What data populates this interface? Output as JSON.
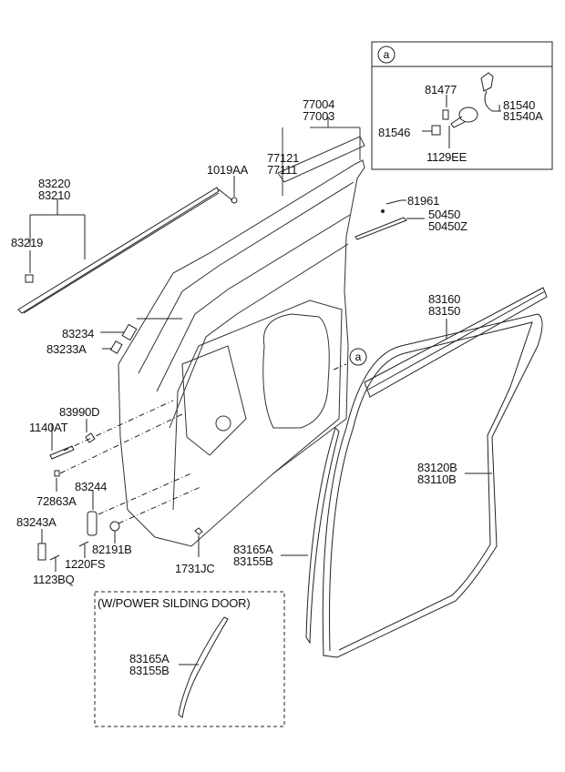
{
  "diagram": {
    "title": "Sliding Door Panel & Weatherstrip Parts Diagram",
    "inset_a": {
      "callout": "a",
      "parts": [
        "81477",
        "81540",
        "81540A",
        "81546",
        "1129EE"
      ]
    },
    "labels": {
      "p77004": "77004",
      "p77003": "77003",
      "p77121": "77121",
      "p77111": "77111",
      "p1019AA": "1019AA",
      "p83220": "83220",
      "p83210": "83210",
      "p83219": "83219",
      "p81961": "81961",
      "p50450": "50450",
      "p50450Z": "50450Z",
      "p83234": "83234",
      "p83233A": "83233A",
      "p83160": "83160",
      "p83150": "83150",
      "p83990D": "83990D",
      "p1140AT": "1140AT",
      "p72863A": "72863A",
      "p83244": "83244",
      "p83243A": "83243A",
      "p82191B": "82191B",
      "p1220FS": "1220FS",
      "p1123BQ": "1123BQ",
      "p1731JC": "1731JC",
      "p83165A": "83165A",
      "p83155B": "83155B",
      "p83120B": "83120B",
      "p83110B": "83110B",
      "callout_a": "a"
    },
    "power_door_box": {
      "title": "(W/POWER SILDING DOOR)",
      "p83165A": "83165A",
      "p83155B": "83155B"
    }
  }
}
